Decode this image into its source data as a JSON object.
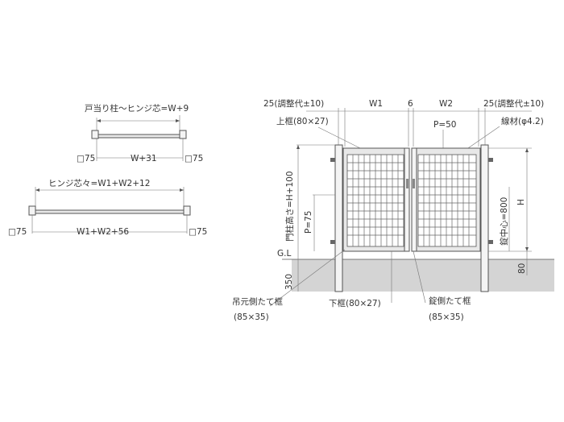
{
  "plan_top": {
    "label_top": "戸当り柱〜ヒンジ芯=W+9",
    "label_left": "□75",
    "label_mid": "W+31",
    "label_right": "□75"
  },
  "plan_bottom": {
    "label_top": "ヒンジ芯々=W1+W2+12",
    "label_left": "□75",
    "label_mid": "W1+W2+56",
    "label_right": "□75"
  },
  "elevation": {
    "adj_left": "25(調整代±10)",
    "w1": "W1",
    "gap": "6",
    "w2": "W2",
    "adj_right": "25(調整代±10)",
    "top_frame": "上框(80×27)",
    "pitch": "P=50",
    "wire": "線材(φ4.2)",
    "post_height": "門柱高さ=H+100",
    "side_pitch": "P=75",
    "height": "H",
    "lock_center": "錠中心=800",
    "gl": "G.L",
    "embed_left": "350",
    "embed_right": "80",
    "hinge_post": "吊元側たて框",
    "hinge_post_size": "(85×35)",
    "bottom_frame": "下框(80×27)",
    "lock_post": "錠側たて框",
    "lock_post_size": "(85×35)"
  },
  "colors": {
    "line": "#555555",
    "ground": "#d4d4d4",
    "text": "#333333"
  }
}
